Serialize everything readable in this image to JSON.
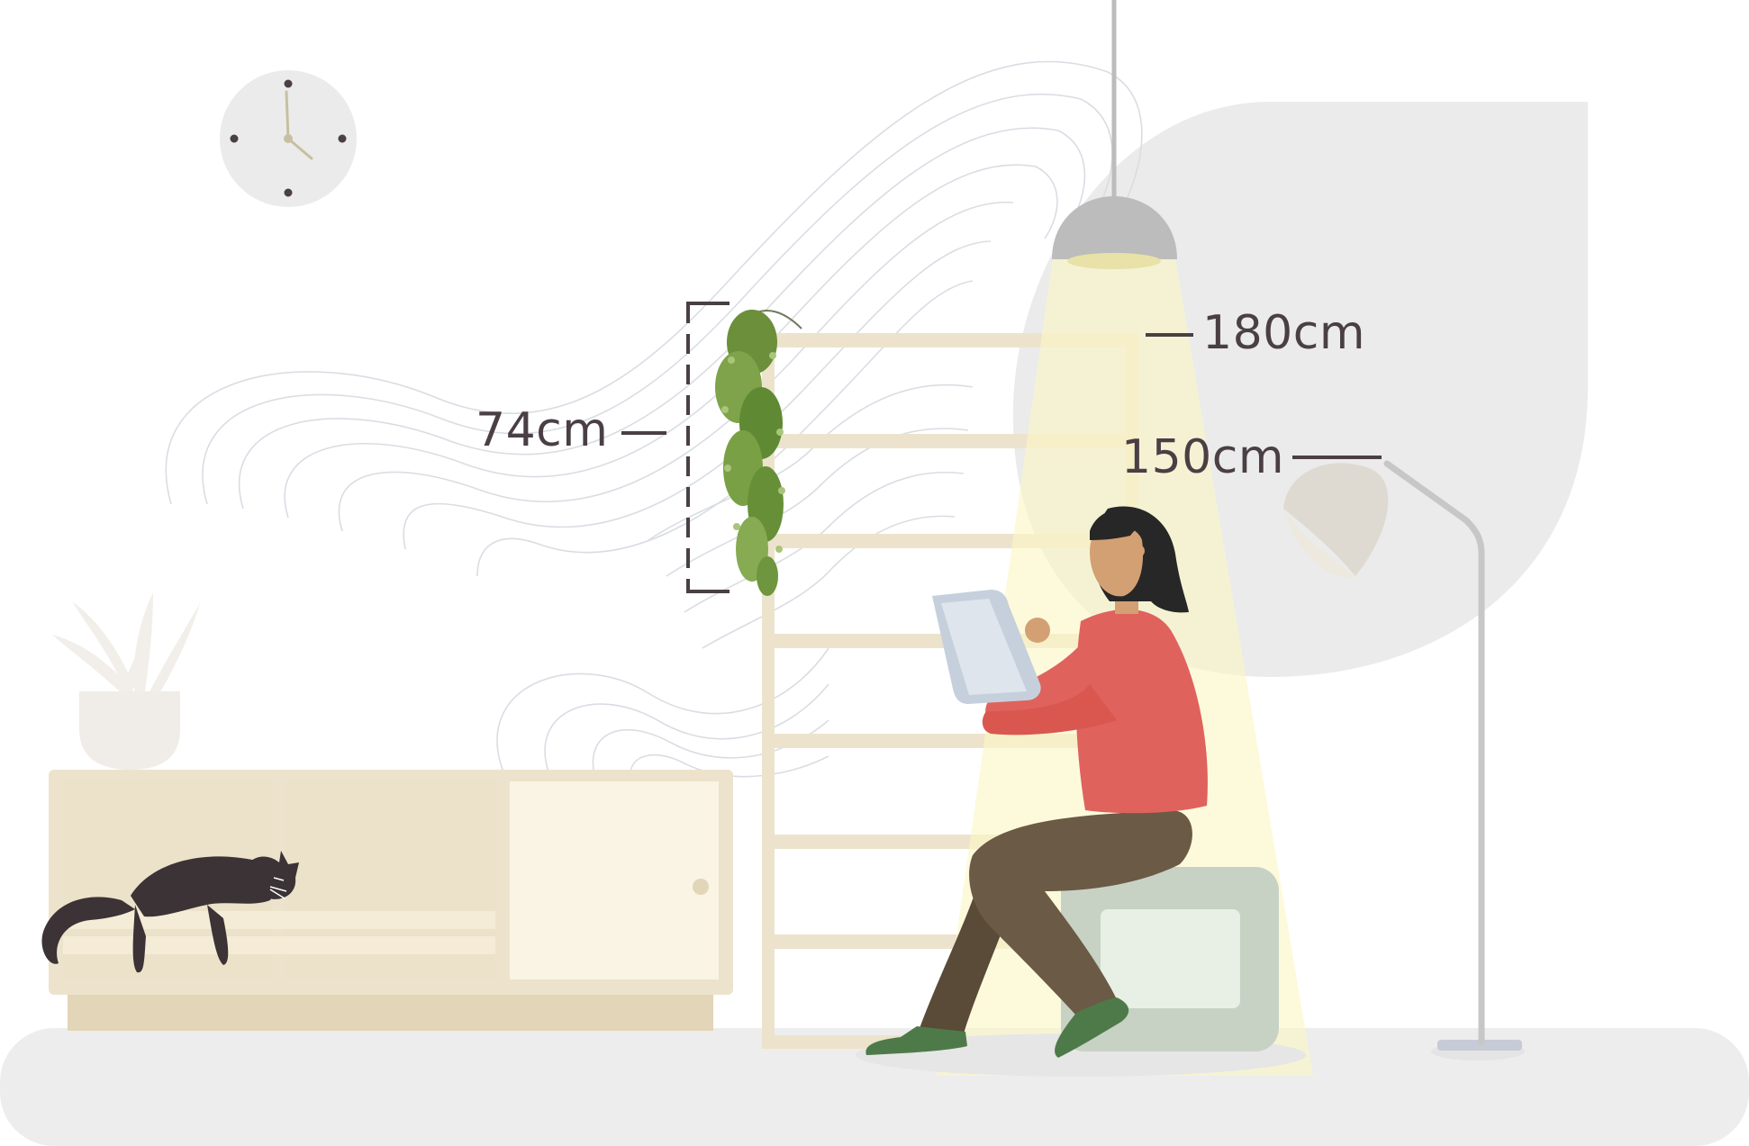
{
  "measurements": {
    "plant_length": "74cm",
    "pendant_height": "180cm",
    "floor_lamp_height": "150cm"
  },
  "colors": {
    "background": "#ffffff",
    "floor": "#ededed",
    "wall_blob": "#ebebeb",
    "cabinet": "#ede3cc",
    "shelf": "#ede3cc",
    "light_beam": "#fbf6c4",
    "sweater": "#e0625d",
    "pants": "#6b5a45",
    "shoes": "#4e7a4a",
    "hair": "#272727",
    "skin": "#d3a074",
    "cat": "#3b3335",
    "lamp_shade": "#bcbcbc",
    "text": "#4a3f45"
  },
  "icons": [
    "wall-clock-icon",
    "pendant-lamp-icon",
    "floor-lamp-icon",
    "hanging-plant-icon",
    "potted-plant-icon",
    "cat-icon",
    "tablet-icon"
  ]
}
